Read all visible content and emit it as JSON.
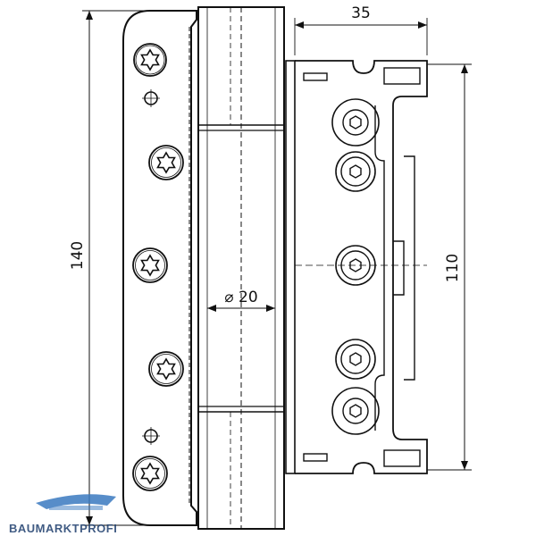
{
  "dimensions": {
    "top_width": "35",
    "left_height": "140",
    "right_height": "110",
    "barrel_diameter": "⌀ 20"
  },
  "watermark": {
    "text": "BAUMARKTPROFI",
    "swoosh_color": "#3a7ac0"
  },
  "colors": {
    "line": "#111111",
    "background": "#ffffff"
  }
}
